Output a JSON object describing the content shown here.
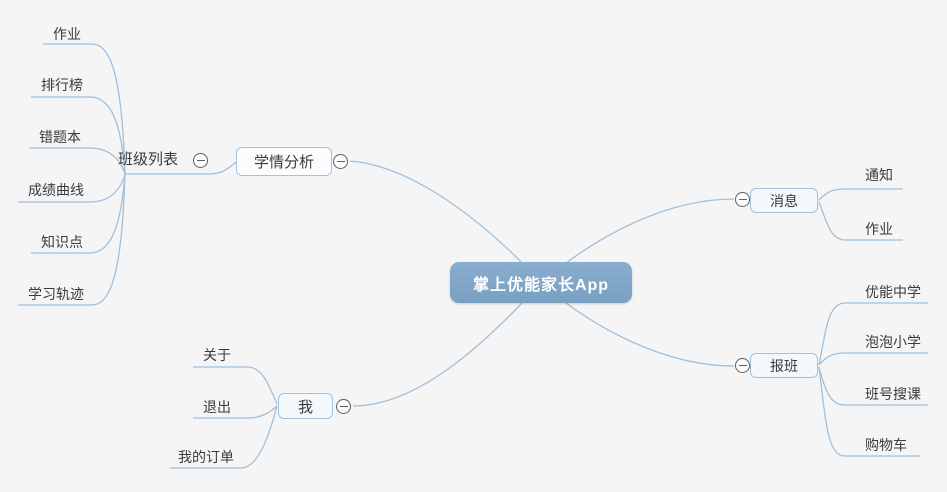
{
  "app": {
    "title": "掌上优能家长App"
  },
  "branches": {
    "analysis": {
      "label": "学情分析",
      "class_list": {
        "label": "班级列表",
        "leaves": [
          "作业",
          "排行榜",
          "错题本",
          "成绩曲线",
          "知识点",
          "学习轨迹"
        ]
      }
    },
    "messages": {
      "label": "消息",
      "leaves": [
        "通知",
        "作业"
      ]
    },
    "enroll": {
      "label": "报班",
      "leaves": [
        "优能中学",
        "泡泡小学",
        "班号搜课",
        "购物车"
      ]
    },
    "me": {
      "label": "我",
      "leaves": [
        "关于",
        "退出",
        "我的订单"
      ]
    }
  },
  "icons": {
    "collapse": "minus-circle"
  },
  "colors": {
    "background": "#f5f5f5",
    "root_fill": "#7ea6c7",
    "root_text": "#ffffff",
    "node_border": "#a3c2de",
    "node_fill": "#f3f8fc",
    "connector": "#a0c0dc",
    "text": "#3b3b3b",
    "collapse_icon": "#5e5e5e"
  }
}
